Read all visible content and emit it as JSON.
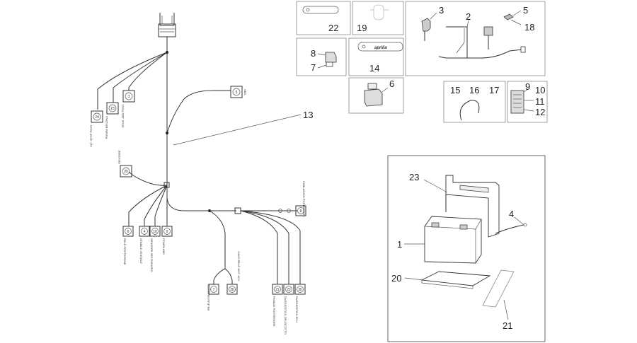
{
  "callouts": {
    "c1": "1",
    "c2": "2",
    "c3": "3",
    "c4": "4",
    "c5": "5",
    "c6": "6",
    "c7": "7",
    "c8": "8",
    "c9": "9",
    "c10": "10",
    "c11": "11",
    "c12": "12",
    "c13": "13",
    "c14": "14",
    "c15": "15",
    "c16": "16",
    "c17": "17",
    "c18": "18",
    "c19": "19",
    "c20": "20",
    "c21": "21",
    "c22": "22",
    "c23": "23"
  },
  "connectors": {
    "k24": "24",
    "k23": "23",
    "k3": "3",
    "k5": "5",
    "k20": "20",
    "k6": "6",
    "k4": "4",
    "k10": "10",
    "k9": "9",
    "k8": "8",
    "k7": "7",
    "k26": "26",
    "k21": "21",
    "k22": "22",
    "k30": "30"
  },
  "labels": {
    "stop_post": "INT. STOP POST.",
    "pompa_benzina": "POMPA BENZINA",
    "sens_abs_post": "SENS. ABS POST.",
    "abs": "ABS",
    "sensore": "SENSORE",
    "rele_protezione": "RELÈ PROTEZIONE",
    "stabile_ventole": "STABILE VENTOLE",
    "sensore_secondo": "SENSORE SECONDARIO",
    "pompa_abs": "POMPA ABS",
    "cablaggio": "CABLAGGIO POSTERIORE",
    "rele_avviamento": "RELÈ AVVIAMENTO",
    "cavo_rele": "CAVO RELÈ MOT. AVV.",
    "fanale_post": "FANALE POSTERIORE",
    "diagnostica": "DIAGNOSTICA ORUSCOTTO",
    "diag_ecu": "DIAGNOSTICA ECU"
  },
  "logo_text": "aprilia"
}
